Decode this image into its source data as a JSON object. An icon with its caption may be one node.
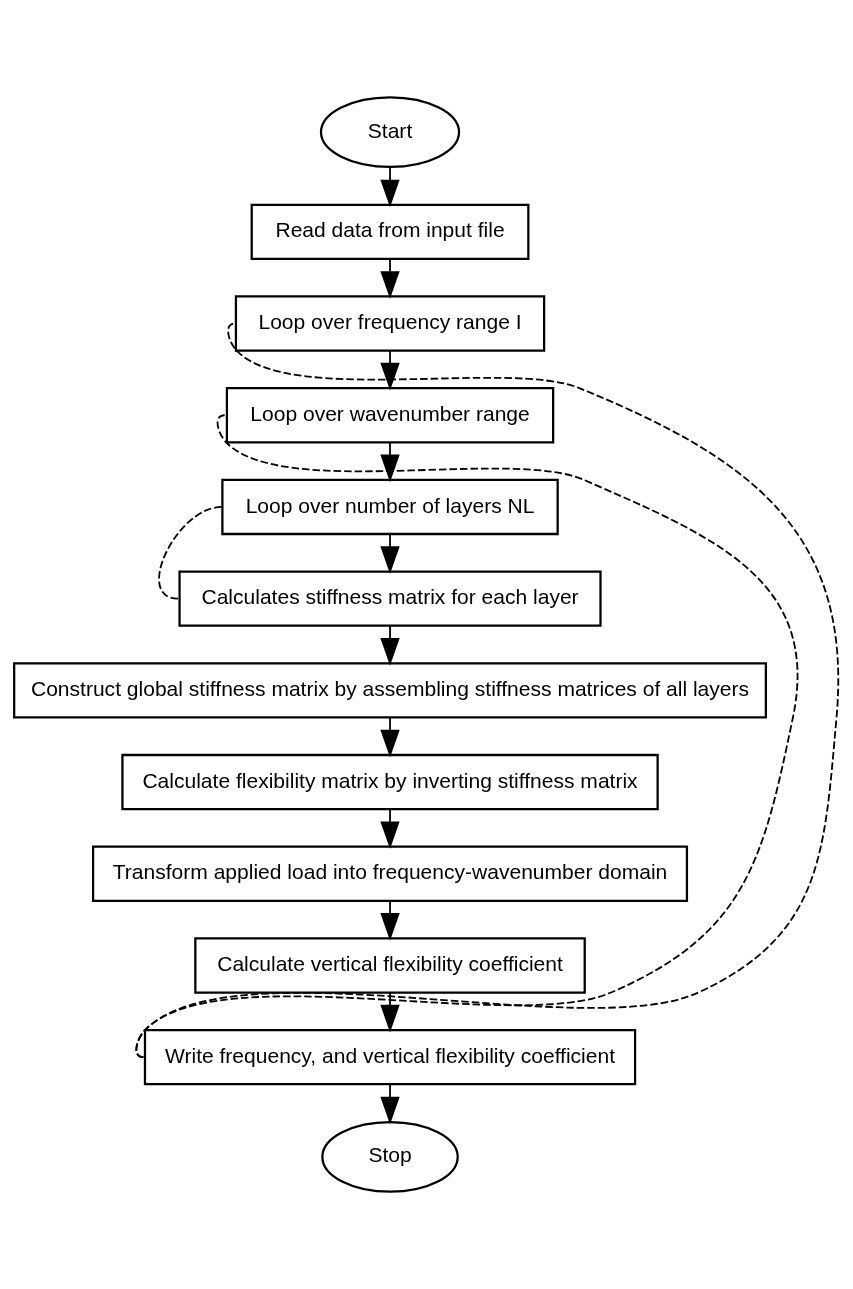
{
  "diagram": {
    "nodes": [
      {
        "text": [
          "Start"
        ]
      },
      {
        "text": [
          "Read data from input file"
        ]
      },
      {
        "text": [
          "Loop over frequency range I"
        ]
      },
      {
        "text": [
          "Loop over wavenumber range"
        ]
      },
      {
        "text": [
          "Loop over number of layers NL"
        ]
      },
      {
        "text": [
          "Calculates stiffness matrix for each layer"
        ]
      },
      {
        "text": [
          "Construct global stiffness matrix by assembling stiffness matrices of all layers"
        ]
      },
      {
        "text": [
          "Calculate flexibility matrix by inverting stiffness matrix"
        ]
      },
      {
        "text": [
          "Transform applied load into frequency-wavenumber domain"
        ]
      },
      {
        "text": [
          "Calculate vertical flexibility coefficient"
        ]
      },
      {
        "text": [
          "Write frequency, and vertical flexibility coefficient"
        ]
      },
      {
        "text": [
          "Stop"
        ]
      }
    ],
    "edges": [
      {
        "from": 0,
        "to": 1,
        "arrow": "to"
      },
      {
        "from": 1,
        "to": 2,
        "arrow": "to"
      },
      {
        "from": 2,
        "to": 3,
        "arrow": "to"
      },
      {
        "from": 3,
        "to": 4,
        "arrow": "to"
      },
      {
        "from": 4,
        "to": 5,
        "arrow": "to"
      },
      {
        "from": 5,
        "to": 6,
        "arrow": "to"
      },
      {
        "from": 6,
        "to": 7,
        "arrow": "to"
      },
      {
        "from": 7,
        "to": 8,
        "arrow": "to"
      },
      {
        "from": 8,
        "to": 9,
        "arrow": "to"
      },
      {
        "from": 9,
        "to": 10,
        "arrow": "to"
      },
      {
        "from": 10,
        "to": 11,
        "arrow": "to"
      },
      {
        "from": 5,
        "to": 4,
        "arrow": "none",
        "style": "dashed"
      },
      {
        "from": 10,
        "to": 3,
        "arrow": "none",
        "style": "dashed"
      },
      {
        "from": 10,
        "to": 2,
        "arrow": "none",
        "style": "dashed"
      }
    ]
  }
}
